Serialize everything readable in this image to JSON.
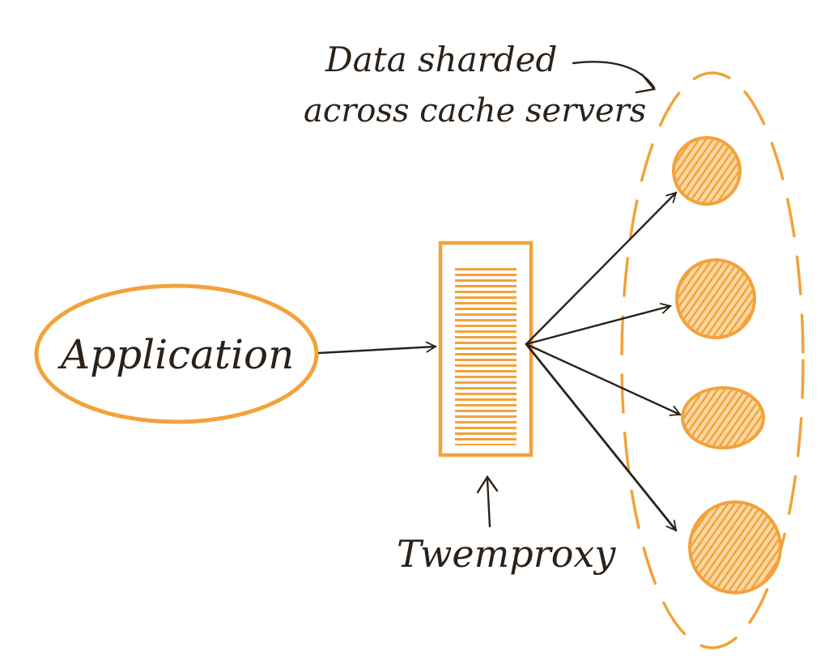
{
  "diagram": {
    "annotation_line1": "Data sharded",
    "annotation_line2": "across cache servers",
    "application_label": "Application",
    "proxy_label": "Twemproxy",
    "server_count": 4
  },
  "colors": {
    "accent_orange": "#f3a23a",
    "fill_orange": "#f0a034",
    "ink": "#2b2119",
    "background": "#ffffff"
  }
}
